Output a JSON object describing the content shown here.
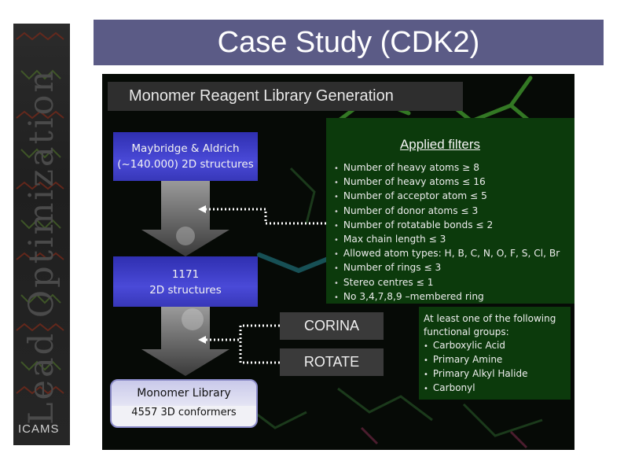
{
  "slide": {
    "title": "Case Study (CDK2)",
    "banner_text": "Lead Optimization",
    "banner_logo": "ICAMS"
  },
  "panel": {
    "section_title": "Monomer Reagent Library Generation",
    "source_box": {
      "line1": "Maybridge & Aldrich",
      "line2": "(~140.000) 2D structures"
    },
    "filtered_box": {
      "line1": "1171",
      "line2": "2D structures"
    },
    "library_box": {
      "name": "Monomer Library",
      "count": "4557 3D conformers"
    },
    "filters": {
      "title": "Applied filters",
      "items": [
        "Number of heavy atoms ≥ 8",
        "Number of heavy atoms ≤ 16",
        "Number of acceptor atom ≤ 5",
        "Number of donor atoms ≤ 3",
        "Number of rotatable bonds ≤ 2",
        "Max chain length ≤ 3",
        "Allowed atom types: H, B, C, N, O, F, S, Cl, Br",
        "Number of rings ≤ 3",
        "Stereo centres ≤ 1",
        "No 3,4,7,8,9 –membered ring"
      ]
    },
    "tools": {
      "corina": "CORINA",
      "rotate": "ROTATE"
    },
    "functional_groups": {
      "intro_line1": "At least one of the following",
      "intro_line2": "functional groups:",
      "items": [
        "Carboxylic Acid",
        "Primary Amine",
        "Primary Alkyl Halide",
        "Carbonyl"
      ]
    }
  },
  "colors": {
    "title_bar": "#5b5b86",
    "panel_bg": "#060a06",
    "filter_bg": "#0c3a0c",
    "box_blue": "#3c3cc8",
    "tool_bg": "#3a3a3a",
    "connector": "#ffffff"
  }
}
